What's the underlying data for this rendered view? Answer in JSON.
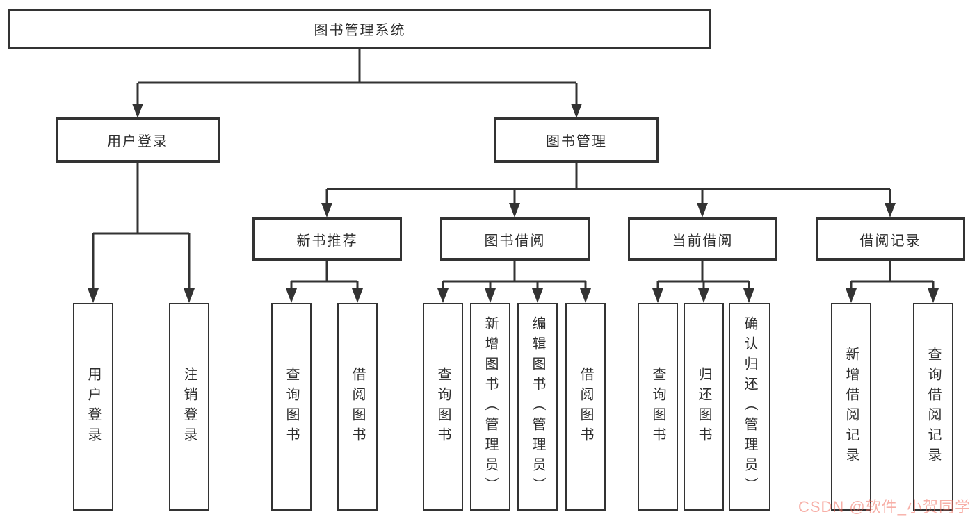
{
  "diagram": {
    "nodes": {
      "root": "图书管理系统",
      "user_login": "用户登录",
      "book_mgmt": "图书管理",
      "new_book": "新书推荐",
      "book_borrow": "图书借阅",
      "current_borrow": "当前借阅",
      "borrow_record": "借阅记录"
    },
    "leaves": {
      "user_login": [
        "用户登录",
        "注销登录"
      ],
      "new_book": [
        "查询图书",
        "借阅图书"
      ],
      "book_borrow": [
        "查询图书",
        "新增图书（管理员）",
        "编辑图书（管理员）",
        "借阅图书"
      ],
      "current_borrow": [
        "查询图书",
        "归还图书",
        "确认归还（管理员）"
      ],
      "borrow_record": [
        "新增借阅记录",
        "查询借阅记录"
      ]
    },
    "colors": {
      "line": "#333333",
      "border": "#333333",
      "text": "#2e2e2e",
      "background": "#ffffff",
      "watermark": "rgba(240,110,95,0.55)"
    },
    "watermark": {
      "text": "CSDN @软件_小贺同学"
    }
  }
}
